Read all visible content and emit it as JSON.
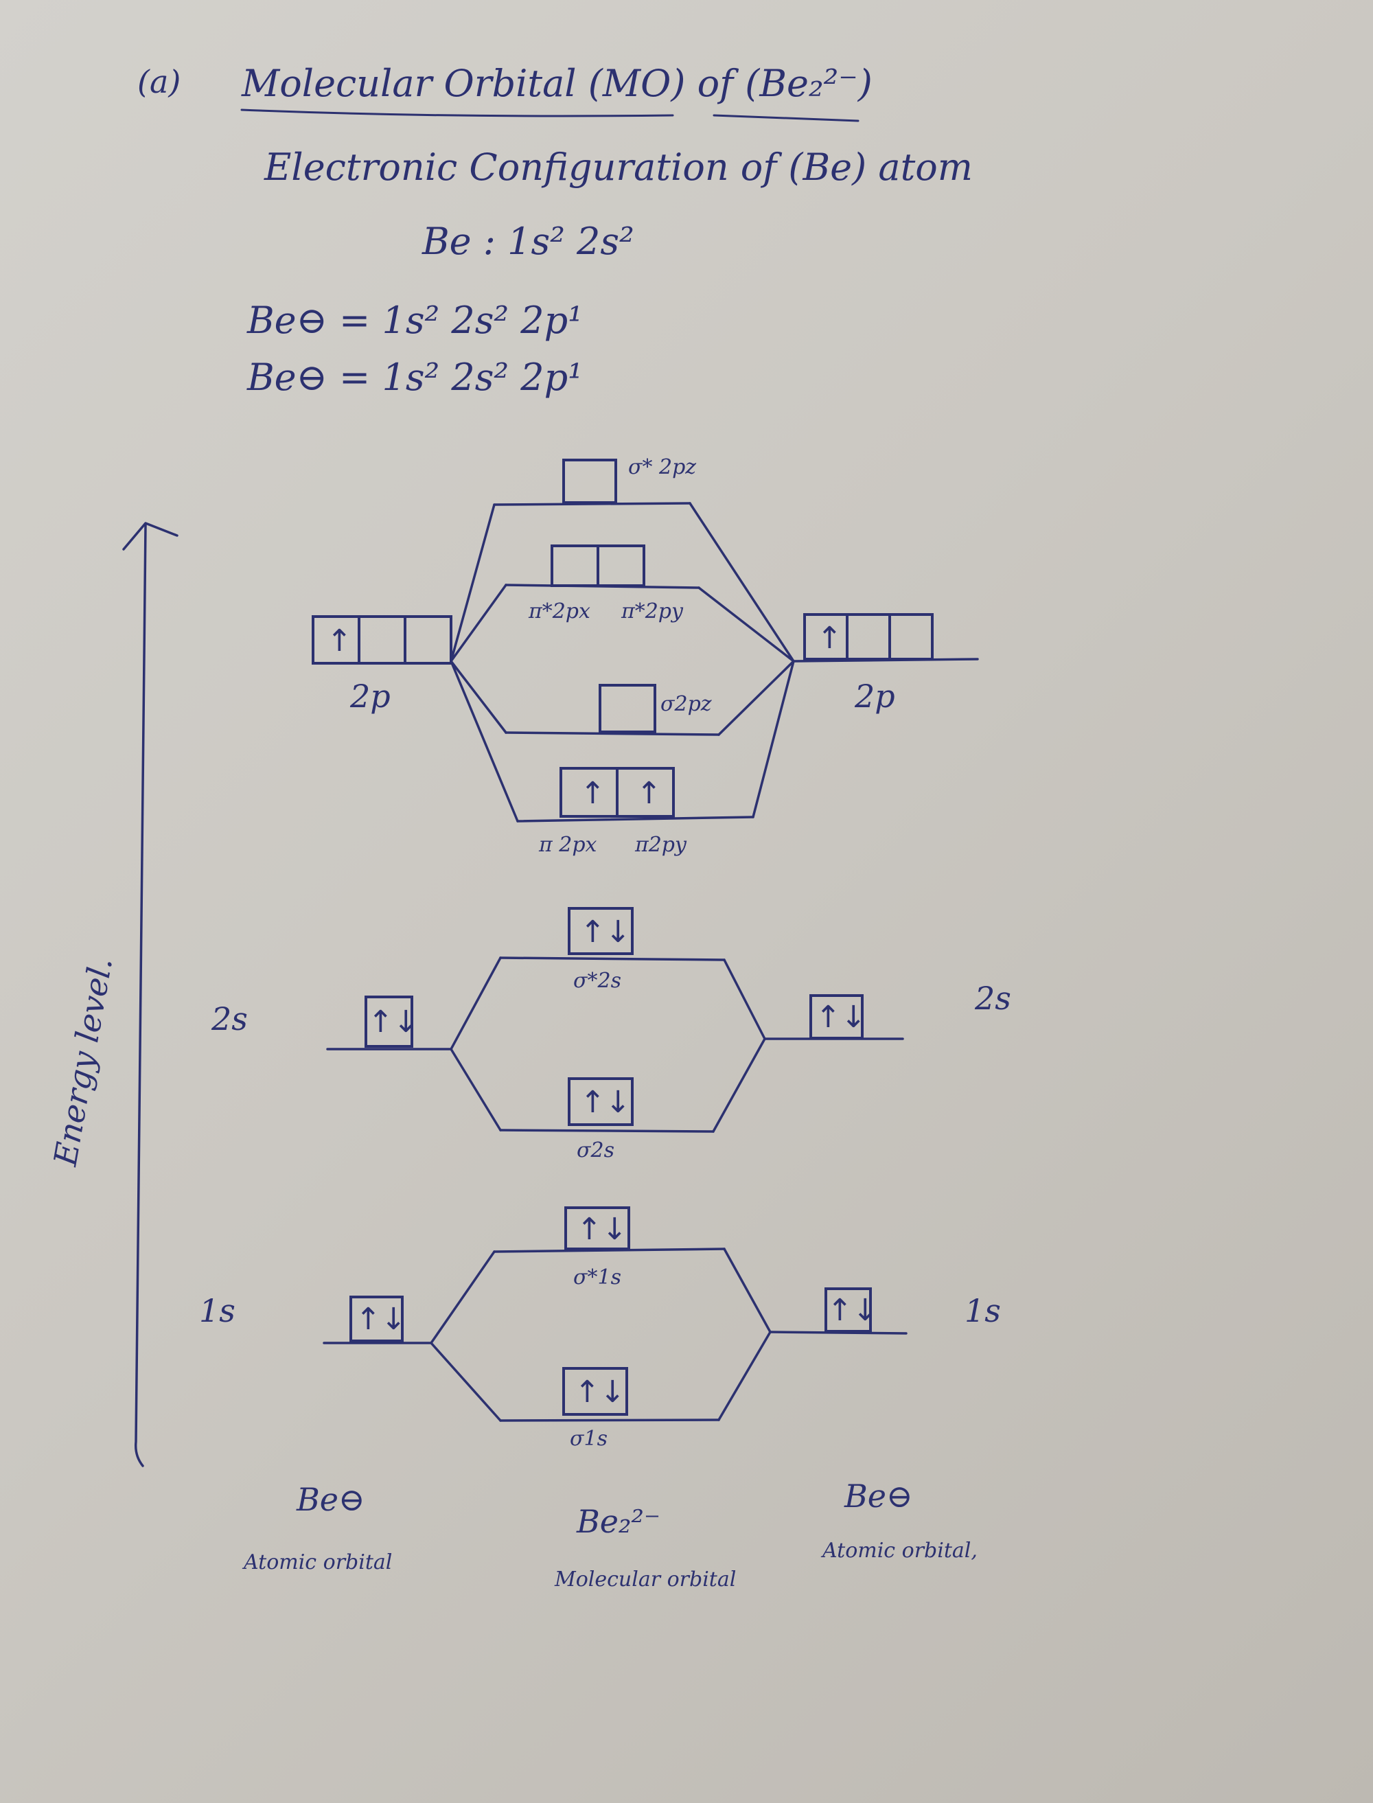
{
  "header": {
    "part_label": "(a)",
    "title": "Molecular Orbital (MO) of (Be₂²⁻)",
    "subtitle": "Electronic Configuration of (Be) atom",
    "be_config": "Be : 1s² 2s²",
    "be_anion_config_1": "Be⊖ = 1s² 2s² 2p¹",
    "be_anion_config_2": "Be⊖ = 1s² 2s² 2p¹"
  },
  "axis": {
    "label": "Energy level."
  },
  "atomic_orbitals": {
    "left": {
      "label_2p": "2p",
      "label_2s": "2s",
      "label_1s": "1s",
      "p_electrons": [
        "↑",
        "",
        ""
      ],
      "s2_electrons": "↑↓",
      "s1_electrons": "↑↓",
      "species": "Be⊖",
      "caption": "Atomic orbital"
    },
    "right": {
      "label_2p": "2p",
      "label_2s": "2s",
      "label_1s": "1s",
      "p_electrons": [
        "↑",
        "",
        ""
      ],
      "s2_electrons": "↑↓",
      "s1_electrons": "↑↓",
      "species": "Be⊖",
      "caption": "Atomic orbital,"
    }
  },
  "molecular_orbitals": {
    "sigma_star_2pz": {
      "label": "σ* 2pz",
      "electrons": ""
    },
    "pi_star_2px": {
      "label": "π*2px",
      "electrons": ""
    },
    "pi_star_2py": {
      "label": "π*2py",
      "electrons": ""
    },
    "sigma_2pz": {
      "label": "σ2pz",
      "electrons": ""
    },
    "pi_2px": {
      "label": "π 2px",
      "electrons": "↑"
    },
    "pi_2py": {
      "label": "π2py",
      "electrons": "↑"
    },
    "sigma_star_2s": {
      "label": "σ*2s",
      "electrons": "↑↓"
    },
    "sigma_2s": {
      "label": "σ2s",
      "electrons": "↑↓"
    },
    "sigma_star_1s": {
      "label": "σ*1s",
      "electrons": "↑↓"
    },
    "sigma_1s": {
      "label": "σ1s",
      "electrons": "↑↓"
    },
    "species": "Be₂²⁻",
    "caption": "Molecular orbital"
  }
}
